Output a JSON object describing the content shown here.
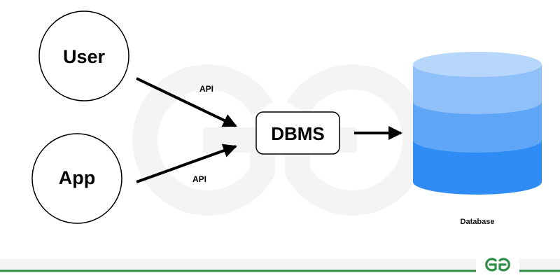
{
  "diagram": {
    "nodes": {
      "user": {
        "label": "User"
      },
      "app": {
        "label": "App"
      },
      "dbms": {
        "label": "DBMS"
      },
      "database": {
        "label": "Database"
      }
    },
    "edges": [
      {
        "from": "user",
        "to": "dbms",
        "label": "API"
      },
      {
        "from": "app",
        "to": "dbms",
        "label": "API"
      },
      {
        "from": "dbms",
        "to": "database",
        "label": ""
      }
    ]
  },
  "colors": {
    "db_top": "#b7d6fb",
    "db_upper_band": "#8fc0f8",
    "db_middle_band": "#5fa6f6",
    "db_bottom_band": "#2f8cf5",
    "footer_line": "#2f8d46",
    "logo": "#2f8d46",
    "watermark": "#f3f3f3"
  },
  "footer": {
    "logo_icon": "gfg-logo-icon"
  }
}
